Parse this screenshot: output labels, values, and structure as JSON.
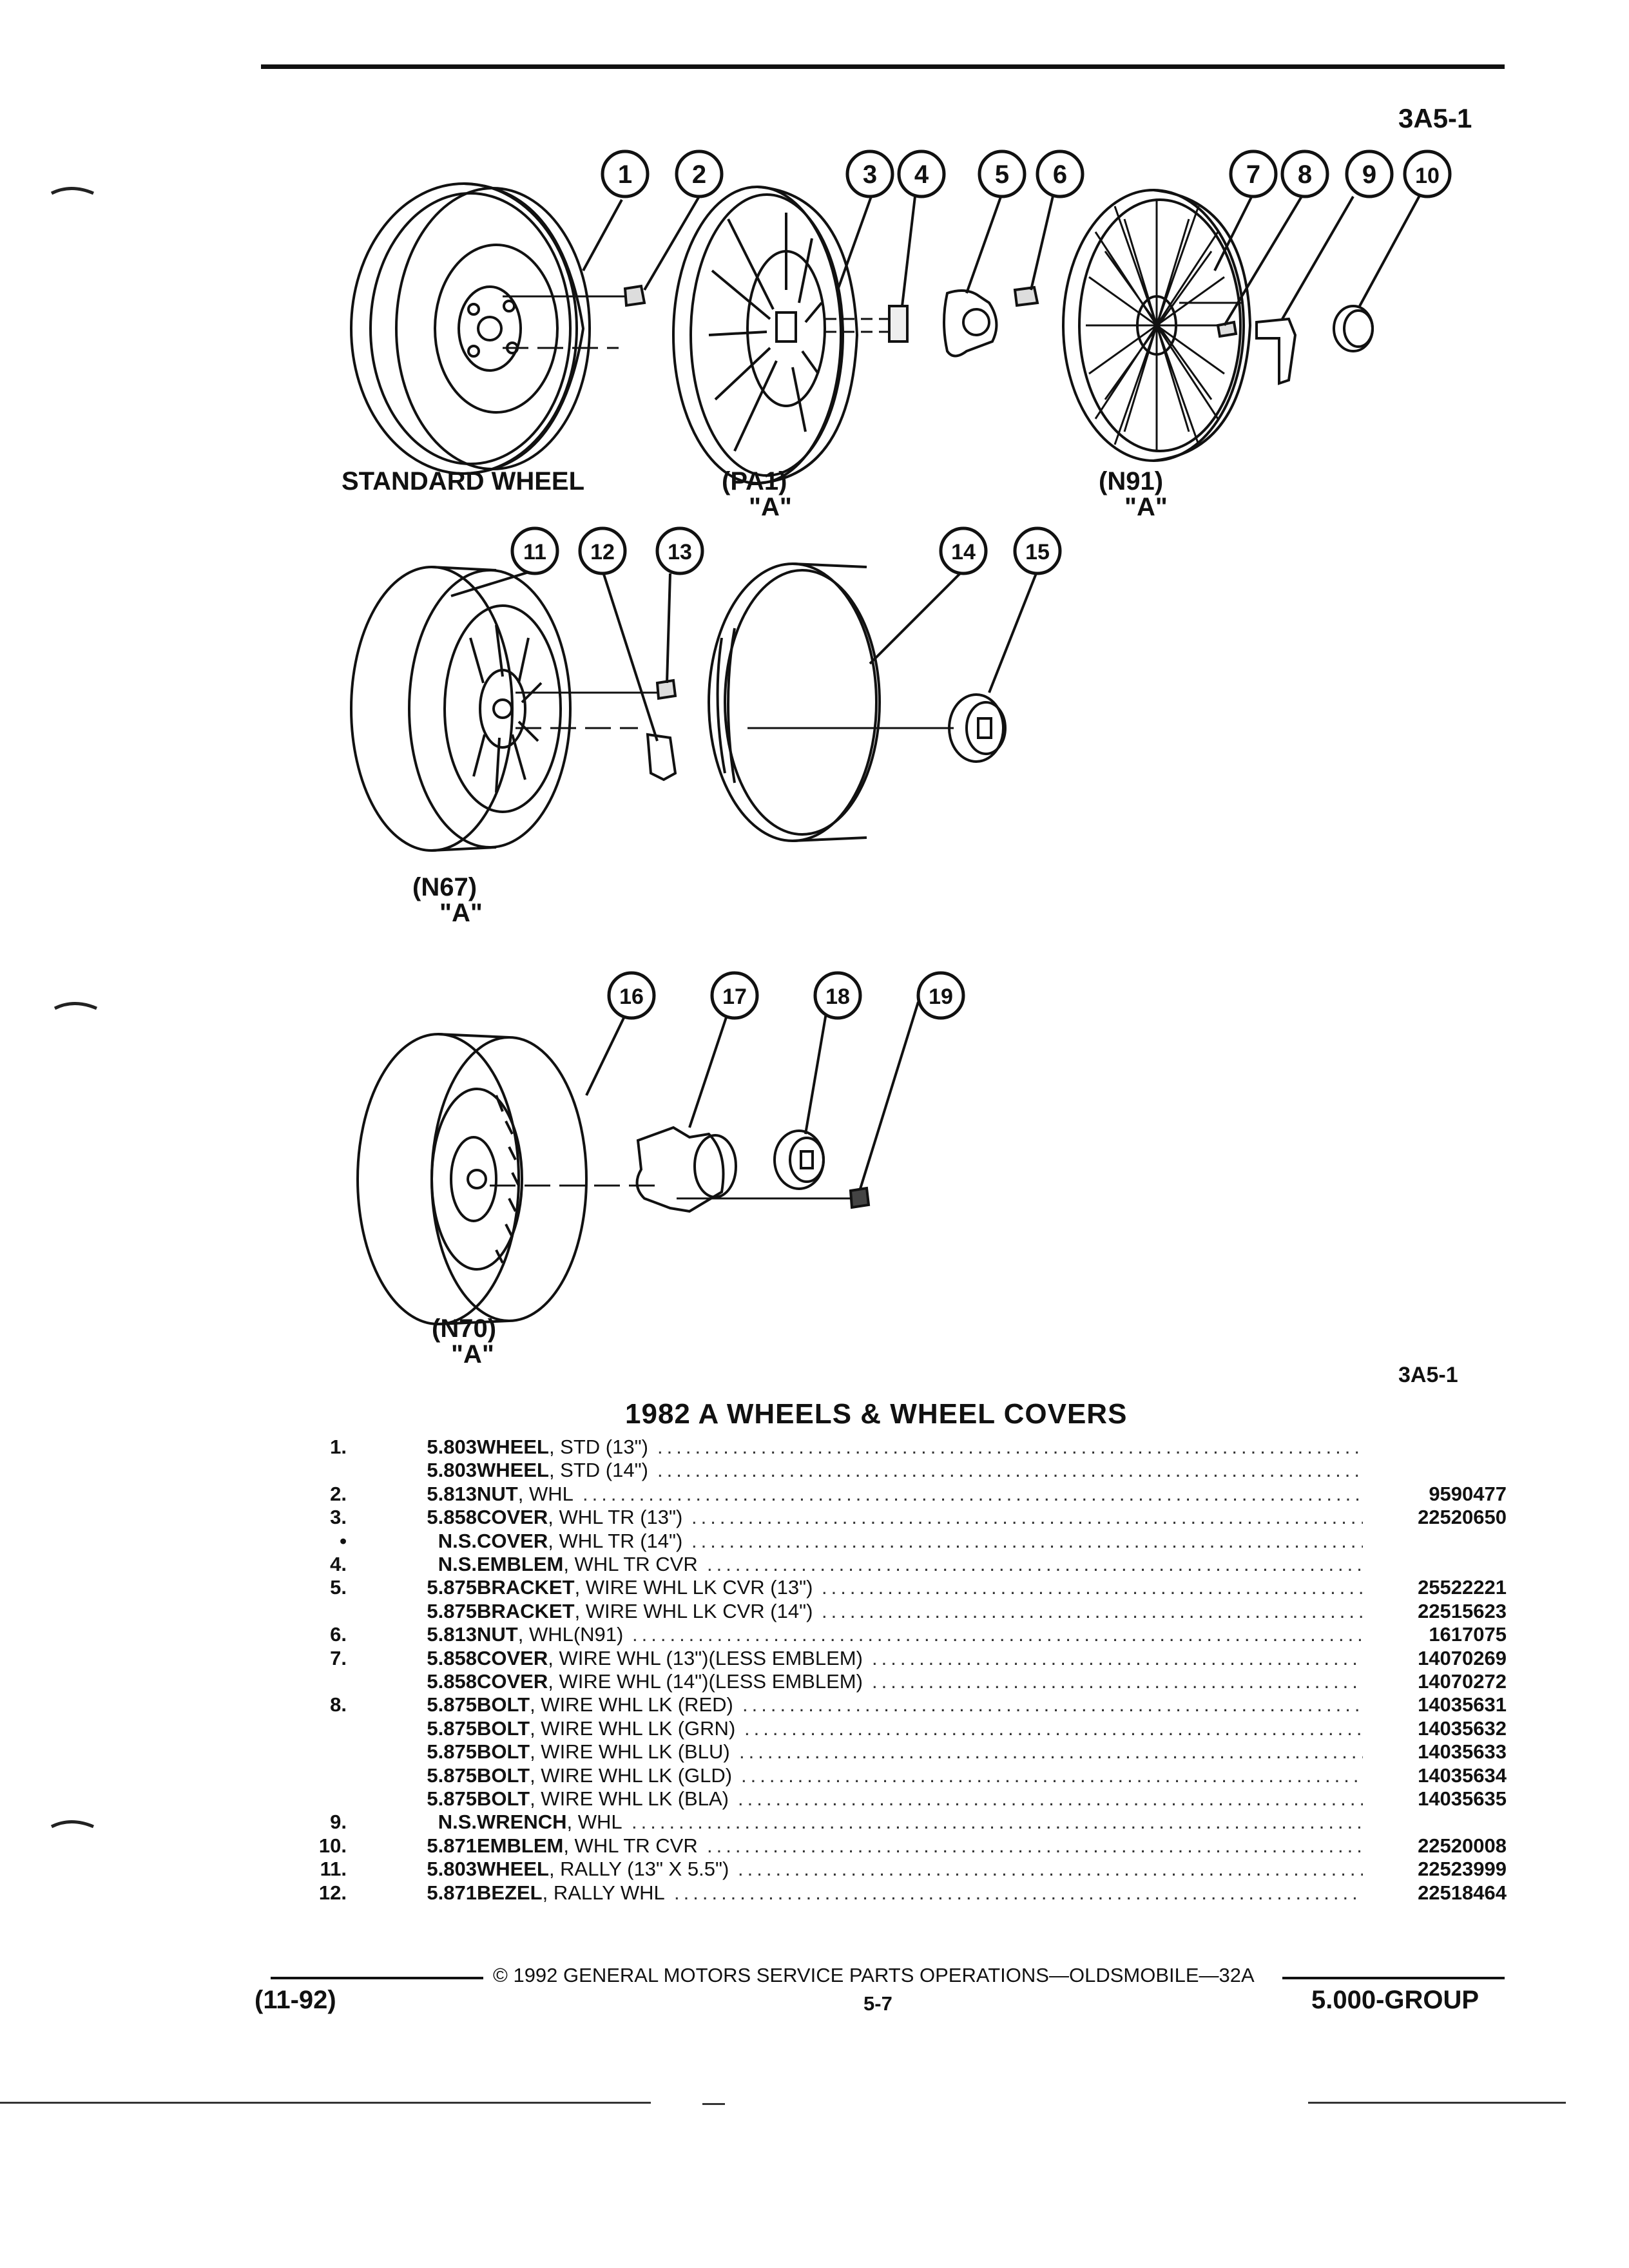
{
  "header": {
    "code": "3A5-1"
  },
  "diagram": {
    "callouts": [
      "1",
      "2",
      "3",
      "4",
      "5",
      "6",
      "7",
      "8",
      "9",
      "10",
      "11",
      "12",
      "13",
      "14",
      "15",
      "16",
      "17",
      "18",
      "19"
    ],
    "labels": {
      "standard": "STANDARD WHEEL",
      "pa1": "(PA1)",
      "pa1_sub": "\"A\"",
      "n91": "(N91)",
      "n91_sub": "\"A\"",
      "n67": "(N67)",
      "n67_sub": "\"A\"",
      "n70": "(N70)",
      "n70_sub": "\"A\""
    },
    "code_bottom": "3A5-1"
  },
  "parts": {
    "title": "1982 A WHEELS & WHEEL COVERS",
    "rows": [
      {
        "num": "1.",
        "group": "5.803",
        "name": "WHEEL",
        "spec": ", STD (13\")",
        "part": ""
      },
      {
        "num": "",
        "group": "5.803",
        "name": "WHEEL",
        "spec": ", STD (14\")",
        "part": ""
      },
      {
        "num": "2.",
        "group": "5.813",
        "name": "NUT",
        "spec": ", WHL",
        "part": "9590477"
      },
      {
        "num": "3.",
        "group": "5.858",
        "name": "COVER",
        "spec": ", WHL TR (13\")",
        "part": "22520650"
      },
      {
        "num": "•",
        "group": "N.S.",
        "name": "COVER",
        "spec": ", WHL TR (14\")",
        "part": ""
      },
      {
        "num": "4.",
        "group": "N.S.",
        "name": "EMBLEM",
        "spec": ", WHL TR CVR",
        "part": ""
      },
      {
        "num": "5.",
        "group": "5.875",
        "name": "BRACKET",
        "spec": ", WIRE WHL LK CVR (13\")",
        "part": "25522221"
      },
      {
        "num": "",
        "group": "5.875",
        "name": "BRACKET",
        "spec": ", WIRE WHL LK CVR (14\")",
        "part": "22515623"
      },
      {
        "num": "6.",
        "group": "5.813",
        "name": "NUT",
        "spec": ", WHL(N91)",
        "part": "1617075"
      },
      {
        "num": "7.",
        "group": "5.858",
        "name": "COVER",
        "spec": ", WIRE WHL (13\")(LESS EMBLEM)",
        "part": "14070269"
      },
      {
        "num": "",
        "group": "5.858",
        "name": "COVER",
        "spec": ", WIRE WHL (14\")(LESS EMBLEM)",
        "part": "14070272"
      },
      {
        "num": "8.",
        "group": "5.875",
        "name": "BOLT",
        "spec": ", WIRE WHL LK (RED)",
        "part": "14035631"
      },
      {
        "num": "",
        "group": "5.875",
        "name": "BOLT",
        "spec": ", WIRE WHL LK (GRN)",
        "part": "14035632"
      },
      {
        "num": "",
        "group": "5.875",
        "name": "BOLT",
        "spec": ", WIRE WHL LK (BLU)",
        "part": "14035633"
      },
      {
        "num": "",
        "group": "5.875",
        "name": "BOLT",
        "spec": ", WIRE WHL LK (GLD)",
        "part": "14035634"
      },
      {
        "num": "",
        "group": "5.875",
        "name": "BOLT",
        "spec": ", WIRE WHL LK (BLA)",
        "part": "14035635"
      },
      {
        "num": "9.",
        "group": "N.S.",
        "name": "WRENCH",
        "spec": ", WHL",
        "part": ""
      },
      {
        "num": "10.",
        "group": "5.871",
        "name": "EMBLEM",
        "spec": ", WHL TR CVR",
        "part": "22520008"
      },
      {
        "num": "11.",
        "group": "5.803",
        "name": "WHEEL",
        "spec": ", RALLY (13\" X 5.5\")",
        "part": "22523999"
      },
      {
        "num": "12.",
        "group": "5.871",
        "name": "BEZEL",
        "spec": ", RALLY WHL",
        "part": "22518464"
      }
    ]
  },
  "footer": {
    "copyright": "© 1992 GENERAL MOTORS SERVICE PARTS OPERATIONS—OLDSMOBILE—32A",
    "date": "(11-92)",
    "page": "5-7",
    "group": "5.000-GROUP"
  }
}
